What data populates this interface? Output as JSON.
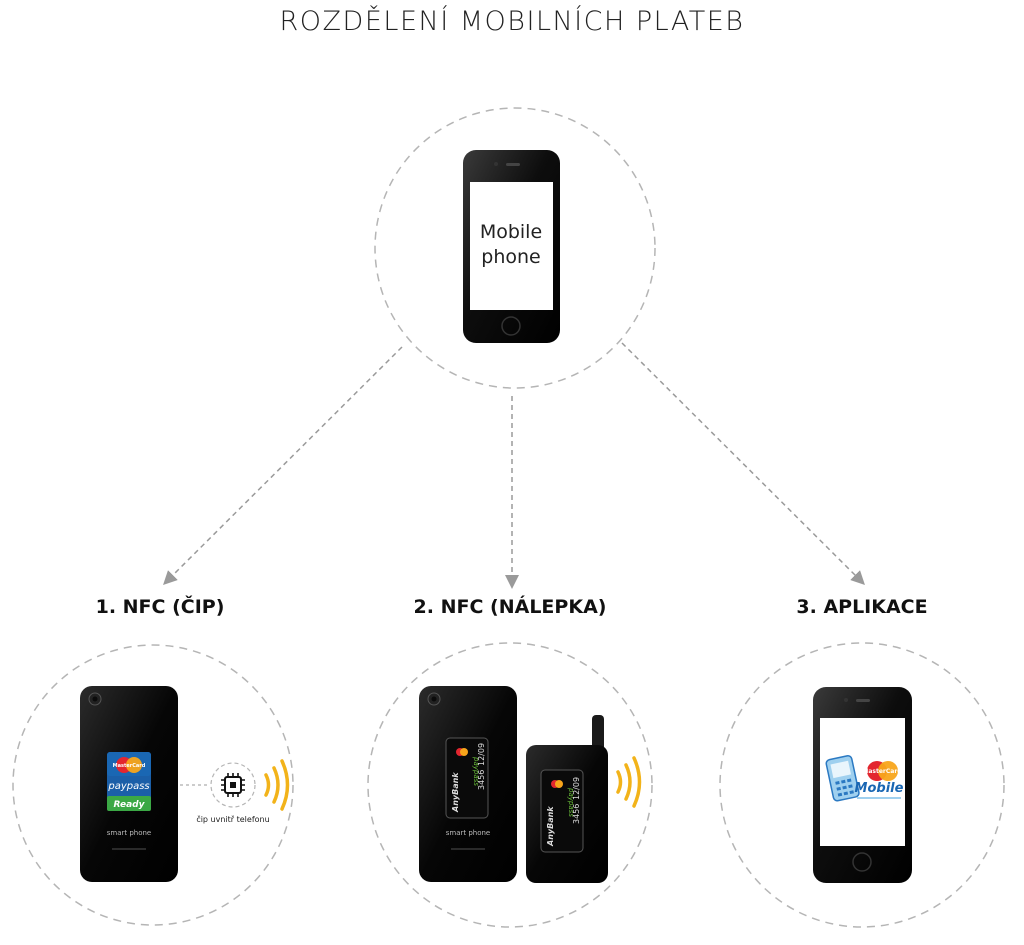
{
  "title": "ROZDĚLENÍ MOBILNÍCH PLATEB",
  "center": {
    "screen_line1": "Mobile",
    "screen_line2": "phone"
  },
  "sections": [
    {
      "label": "1. NFC (ČIP)",
      "phone_caption": "smart phone",
      "badge_top": "MasterCard",
      "badge_mid": "paypass",
      "badge_bottom": "Ready",
      "chip_caption": "čip uvnitř telefonu"
    },
    {
      "label": "2. NFC (NÁLEPKA)",
      "phone_caption": "smart phone",
      "sticker_bank": "AnyBank",
      "sticker_number": "3456",
      "sticker_date": "12/09",
      "sticker_brand": "paypass"
    },
    {
      "label": "3. APLIKACE",
      "app_brand": "MasterCard",
      "app_name": "Mobile"
    }
  ],
  "colors": {
    "dashed": "#b5b5b5",
    "arrow": "#9a9a9a",
    "phone_body": "#111111",
    "nfc_waves": "#f2b31a",
    "mastercard_red": "#e3262f",
    "mastercard_yellow": "#f8a51b",
    "paypass_blue": "#1a67b3",
    "ready_green": "#3ba845"
  },
  "icons": [
    "nfc-waves-icon",
    "chip-icon",
    "mastercard-logo-icon",
    "mobile-app-icon"
  ]
}
